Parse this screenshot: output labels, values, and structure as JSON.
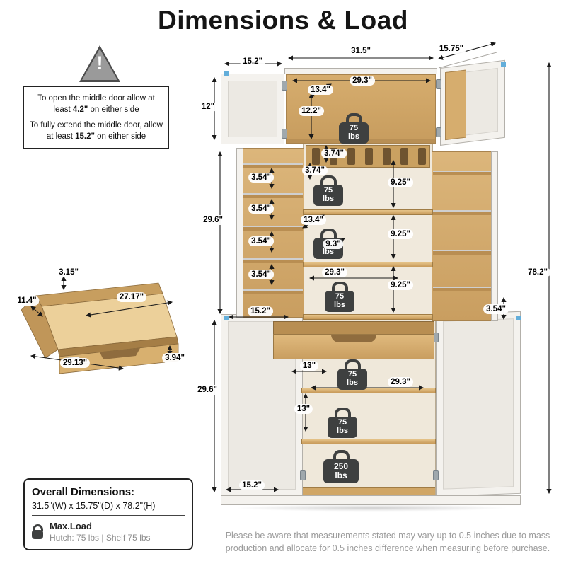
{
  "title": "Dimensions & Load",
  "warning": {
    "icon_mark": "!",
    "line1_pre": "To open the middle door allow at least ",
    "line1_bold": "4.2\"",
    "line1_post": " on either side",
    "line2_pre": "To fully extend the middle door, allow at least ",
    "line2_bold": "15.2\"",
    "line2_post": " on either side"
  },
  "dims": {
    "w315": "31.5\"",
    "d1575": "15.75\"",
    "w152": "15.2\"",
    "w293": "29.3\"",
    "d134": "13.4\"",
    "h12": "12\"",
    "h122": "12.2\"",
    "h374": "3.74\"",
    "h354": "3.54\"",
    "h925": "9.25\"",
    "h296": "29.6\"",
    "w93": "9.3\"",
    "h782": "78.2\"",
    "h13": "13\"",
    "dr315": "3.15\"",
    "dr114": "11.4\"",
    "dr2717": "27.17\"",
    "dr2913": "29.13\"",
    "dr394": "3.94\""
  },
  "weights": {
    "v75": "75",
    "v250": "250",
    "unit": "lbs"
  },
  "overall": {
    "heading": "Overall Dimensions:",
    "size": "31.5\"(W) x 15.75\"(D) x 78.2\"(H)",
    "max_load_label": "Max.Load",
    "max_load_value": "Hutch: 75 lbs | Shelf 75 lbs"
  },
  "disclaimer": "Please be aware that measurements stated may vary up to 0.5 inches due to mass production and allocate for 0.5 inches difference when measuring before purchase.",
  "colors": {
    "wood": "#d2a968",
    "cabinet": "#f4f2ee",
    "badge": "#3e4040",
    "accent_blue": "#63aeda"
  }
}
